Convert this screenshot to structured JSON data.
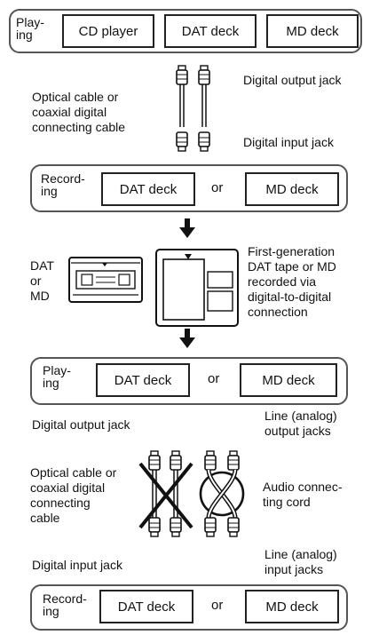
{
  "stage1": {
    "role": "Play-\ning",
    "devices": [
      "CD player",
      "DAT deck",
      "MD deck"
    ]
  },
  "link1": {
    "left_label": "Optical cable or\ncoaxial digital\nconnecting cable",
    "output_label": "Digital output jack",
    "input_label": "Digital input jack"
  },
  "stage2": {
    "role": "Record-\ning",
    "device_a": "DAT deck",
    "or": "or",
    "device_b": "MD deck"
  },
  "media": {
    "left_label": "DAT\nor\nMD",
    "right_label": "First-generation\nDAT tape or MD\nrecorded via\ndigital-to-digital\nconnection"
  },
  "stage3": {
    "role": "Play-\ning",
    "device_a": "DAT deck",
    "or": "or",
    "device_b": "MD deck"
  },
  "link2": {
    "digital_output": "Digital output jack",
    "line_output": "Line (analog)\noutput jacks",
    "left_label": "Optical cable or\ncoaxial digital\nconnecting\ncable",
    "right_label": "Audio connec-\nting cord",
    "digital_input": "Digital input jack",
    "line_input": "Line (analog)\ninput jacks"
  },
  "stage4": {
    "role": "Record-\ning",
    "device_a": "DAT deck",
    "or": "or",
    "device_b": "MD deck"
  }
}
